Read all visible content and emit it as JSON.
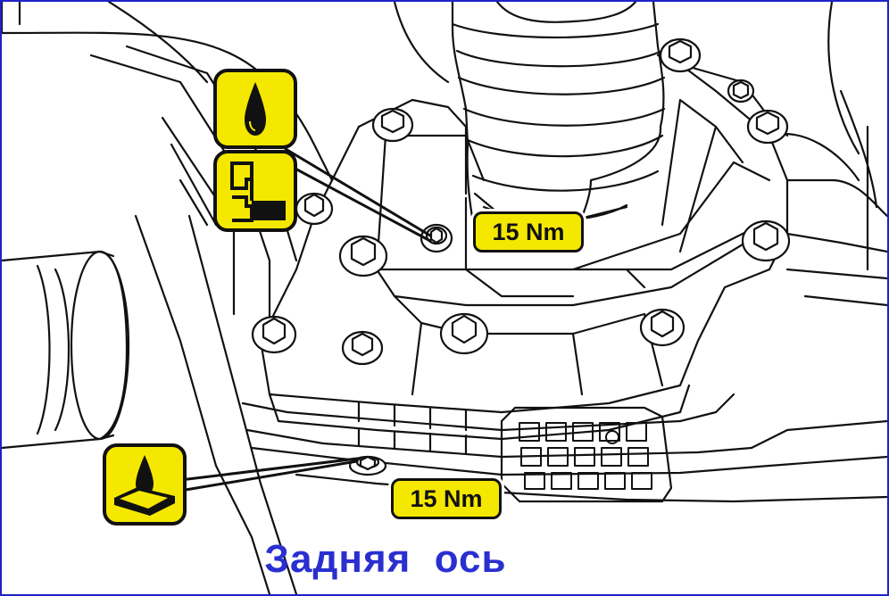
{
  "callouts": {
    "upper_torque": "15 Nm",
    "lower_torque": "15 Nm"
  },
  "icons": {
    "upper_stack": [
      "oil-drop-icon",
      "filler-plug-level-icon"
    ],
    "lower": "oil-drain-icon"
  },
  "caption": "Задняя  ось",
  "colors": {
    "frame": "#1e22c8",
    "caption": "#2a2fd0",
    "icon_fill": "#f5e800",
    "line": "#111111"
  }
}
